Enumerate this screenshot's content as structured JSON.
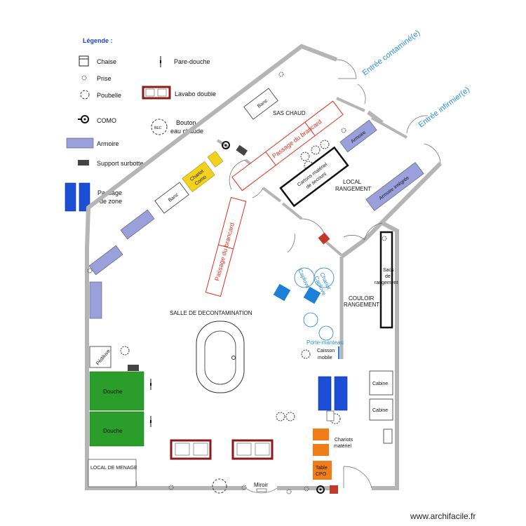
{
  "legend": {
    "title": "Légende :",
    "items": {
      "chaise": "Chaise",
      "prise": "Prise",
      "poubelle": "Poubelle",
      "como": "COMO",
      "armoire": "Armoire",
      "support": "Support surbotte",
      "passage_l1": "Passage",
      "passage_l2": "de zone",
      "pare_douche": "Pare-douche",
      "lavabo": "Lavabo double",
      "bouton_l1": "Bouton",
      "bouton_l2": "eau chaude"
    }
  },
  "rooms": {
    "sas": "SAS CHAUD",
    "local_l1": "LOCAL",
    "local_l2": "RANGEMENT",
    "salle": "SALLE DE DECONTAMINATION",
    "couloir_l1": "COULOIR",
    "couloir_l2": "RANGEMENT",
    "menage": "LOCAL DE MENAGE"
  },
  "entries": {
    "contamine": "Entrée contaminé(e)",
    "infirmier": "Entrée infirmier(e)"
  },
  "labels": {
    "banc": "Banc",
    "passage_brancard": "Passage du brancard",
    "armoire": "Armoire",
    "armoire_integree": "Armoire intégrée",
    "cartons_l1": "Cartons matériel",
    "cartons_l2": "de secours",
    "chariot_como_l1": "Chariot",
    "chariot_como_l2": "Como",
    "sacs_l1": "Sacs",
    "sacs_l2": "de",
    "sacs_l3": "rangement",
    "capuve": "Capluve",
    "chariot_capluve_l1": "Chariot",
    "chariot_capluve_l2": "Capluve",
    "porte_manteau": "Porte-manteau",
    "caisson_l1": "Caisson",
    "caisson_l2": "mobile",
    "cabine": "Cabine",
    "chariots_l1": "Chariots",
    "chariots_l2": "matériel",
    "table_l1": "Table",
    "table_l2": "CPO",
    "douche": "Douche",
    "pediluve": "Pédiluve",
    "miroir": "Miroir"
  },
  "watermark": "www.archifacile.fr",
  "colors": {
    "wall": "#b5b5b5",
    "armoire": "#9aa0dc",
    "passage_zone": "#1a4fd6",
    "douche": "#2a9d2a",
    "lavabo": "#8b1a1a",
    "chariot_como": "#f2d21c",
    "brancard": "#e0301e",
    "capluve": "#1e7fd6",
    "chariot_materiel": "#f07d1a"
  }
}
